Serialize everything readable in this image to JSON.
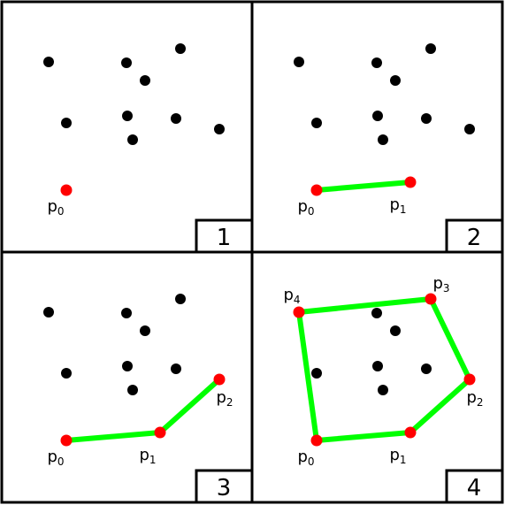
{
  "panels": [
    {
      "number": "1",
      "hull_order": [],
      "closed": false,
      "labels": [
        {
          "base": "p",
          "sub": "0",
          "point": 7
        }
      ]
    },
    {
      "number": "2",
      "hull_order": [
        7,
        8
      ],
      "closed": false,
      "labels": [
        {
          "base": "p",
          "sub": "0",
          "point": 7
        },
        {
          "base": "p",
          "sub": "1",
          "point": 8
        }
      ]
    },
    {
      "number": "3",
      "hull_order": [
        7,
        8,
        9
      ],
      "closed": false,
      "labels": [
        {
          "base": "p",
          "sub": "0",
          "point": 7
        },
        {
          "base": "p",
          "sub": "1",
          "point": 8
        },
        {
          "base": "p",
          "sub": "2",
          "point": 9
        }
      ]
    },
    {
      "number": "4",
      "hull_order": [
        7,
        8,
        9,
        10,
        11
      ],
      "closed": true,
      "labels": [
        {
          "base": "p",
          "sub": "0",
          "point": 7
        },
        {
          "base": "p",
          "sub": "1",
          "point": 8
        },
        {
          "base": "p",
          "sub": "2",
          "point": 9
        },
        {
          "base": "p",
          "sub": "3",
          "point": 10
        },
        {
          "base": "p",
          "sub": "4",
          "point": 11
        }
      ]
    }
  ],
  "colors": {
    "border": "#000000",
    "point": "#000000",
    "hull_point": "#ff0000",
    "hull_edge": "#00ff00",
    "background": "#ffffff"
  }
}
